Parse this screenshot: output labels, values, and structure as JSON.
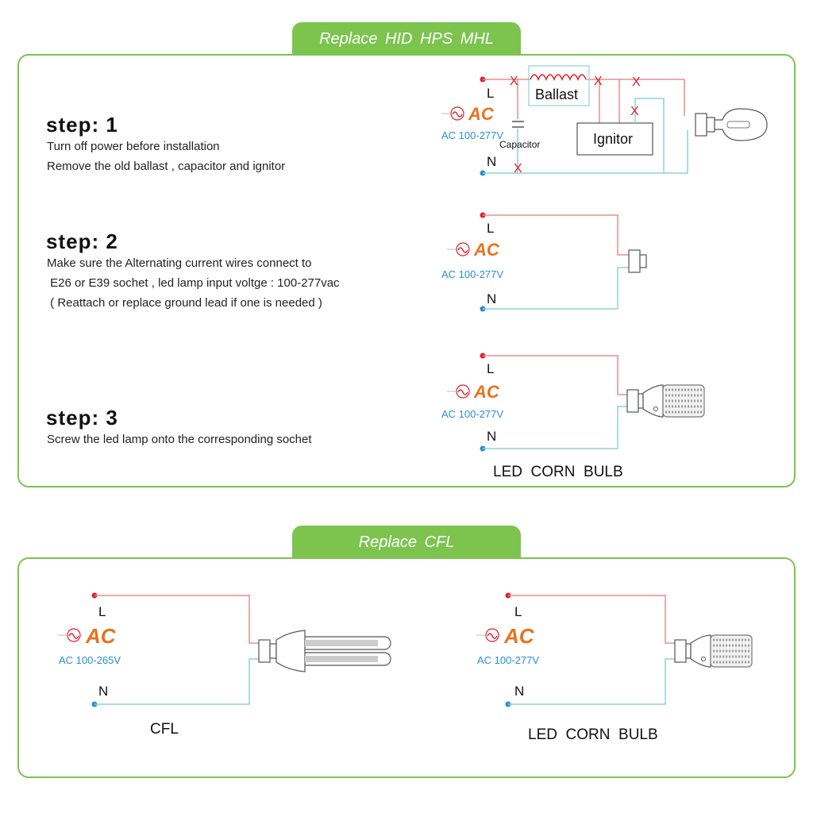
{
  "section1": {
    "tab": "Replace  HID HPS MHL",
    "steps": [
      {
        "title": "step: 1",
        "lines": [
          "Turn off power before installation",
          "Remove the old ballast , capacitor and ignitor"
        ]
      },
      {
        "title": "step: 2",
        "lines": [
          "Make sure the Alternating current wires connect to",
          " E26 or E39 sochet , led lamp input voltge : 100-277vac",
          " ( Reattach or replace ground lead if one is needed )"
        ]
      },
      {
        "title": "step: 3",
        "lines": [
          "Screw the led lamp onto the corresponding sochet"
        ]
      }
    ],
    "diagram1": {
      "l": "L",
      "n": "N",
      "ac": "AC",
      "voltage": "AC 100-277V",
      "ballast": "Ballast",
      "capacitor": "Capacitor",
      "ignitor": "Ignitor",
      "x": "X"
    },
    "diagram2": {
      "l": "L",
      "n": "N",
      "ac": "AC",
      "voltage": "AC 100-277V"
    },
    "diagram3": {
      "l": "L",
      "n": "N",
      "ac": "AC",
      "voltage": "AC 100-277V",
      "caption": "LED  CORN  BULB"
    }
  },
  "section2": {
    "tab": "Replace  CFL",
    "left": {
      "l": "L",
      "n": "N",
      "ac": "AC",
      "voltage": "AC 100-265V",
      "caption": "CFL"
    },
    "right": {
      "l": "L",
      "n": "N",
      "ac": "AC",
      "voltage": "AC 100-277V",
      "caption": "LED  CORN  BULB"
    }
  },
  "colors": {
    "green": "#7cc44e",
    "orange": "#e8721c",
    "blue": "#2a8fd0",
    "red": "#e0202a"
  }
}
